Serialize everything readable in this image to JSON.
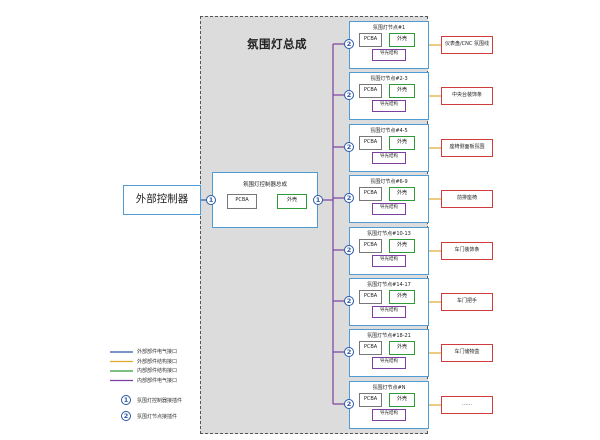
{
  "assembly": {
    "title": "氛围灯总成"
  },
  "external_controller": {
    "label": "外部控制器"
  },
  "main_controller": {
    "title": "氛围灯控制器总成",
    "pcba": "PCBA",
    "shell": "外壳"
  },
  "nodes": [
    {
      "title": "氛围灯节点#1",
      "pcba": "PCBA",
      "shell": "外壳",
      "struct": "导光结构",
      "location": "仪表盘/CNC 氛围线"
    },
    {
      "title": "氛围灯节点#2-3",
      "pcba": "PCBA",
      "shell": "外壳",
      "struct": "导光结构",
      "location": "中央台装饰条"
    },
    {
      "title": "氛围灯节点#4-5",
      "pcba": "PCBA",
      "shell": "外壳",
      "struct": "导光结构",
      "location": "座椅侧面板氛围"
    },
    {
      "title": "氛围灯节点#6-9",
      "pcba": "PCBA",
      "shell": "外壳",
      "struct": "导光结构",
      "location": "前排座椅"
    },
    {
      "title": "氛围灯节点#10-13",
      "pcba": "PCBA",
      "shell": "外壳",
      "struct": "导光结构",
      "location": "车门装饰条"
    },
    {
      "title": "氛围灯节点#14-17",
      "pcba": "PCBA",
      "shell": "外壳",
      "struct": "导光结构",
      "location": "车门把手"
    },
    {
      "title": "氛围灯节点#18-21",
      "pcba": "PCBA",
      "shell": "外壳",
      "struct": "导光结构",
      "location": "车门储物盒"
    },
    {
      "title": "氛围灯节点#N",
      "pcba": "PCBA",
      "shell": "外壳",
      "struct": "导光结构",
      "location": "……"
    }
  ],
  "badges": {
    "one": "1",
    "two": "2"
  },
  "legend": {
    "lines": [
      {
        "label": "外部部件电气接口",
        "color": "#2b56a7"
      },
      {
        "label": "外部部件结构接口",
        "color": "#e0a82e"
      },
      {
        "label": "内部部件结构接口",
        "color": "#2f9a3a"
      },
      {
        "label": "内部部件电气接口",
        "color": "#7b3fa0"
      }
    ],
    "circles": [
      {
        "num": "1",
        "label": "氛围灯控制器接插件"
      },
      {
        "num": "2",
        "label": "氛围灯节点接插件"
      }
    ]
  },
  "colors": {
    "external_electrical": "#2b56a7",
    "external_structural": "#e0a82e",
    "internal_structural": "#2f9a3a",
    "internal_electrical": "#7b3fa0"
  }
}
